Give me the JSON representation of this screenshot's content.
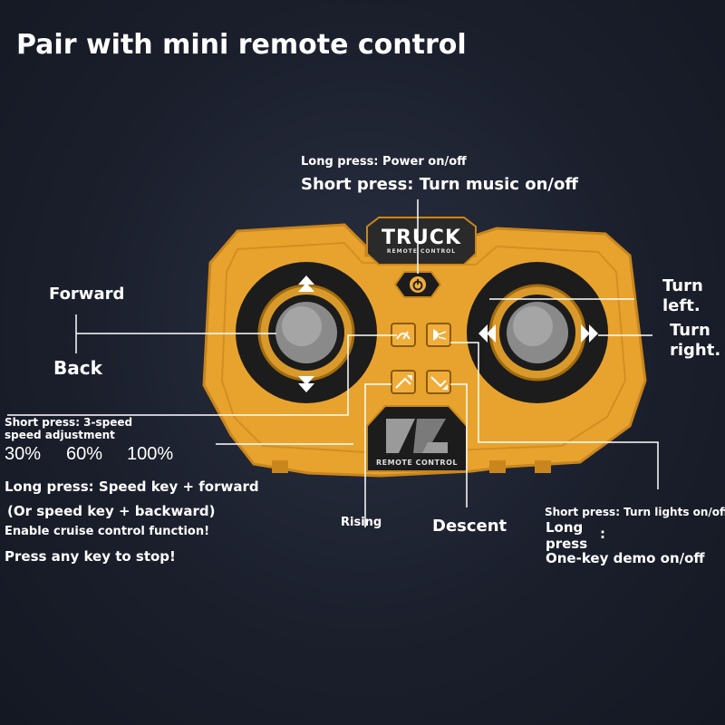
{
  "title": "Pair with mini remote control",
  "power": {
    "long_press": "Long press: Power on/off",
    "short_press": "Short press: Turn music on/off"
  },
  "left_stick": {
    "forward": "Forward",
    "back": "Back"
  },
  "right_stick": {
    "turn_left": "Turn left.",
    "turn_right": "Turn right."
  },
  "speed": {
    "short_press": "Short press: 3-speed speed adjustment",
    "levels": [
      "30%",
      "60%",
      "100%"
    ],
    "long_press": "Long press: Speed key + forward",
    "or_backward": "(Or speed key + backward)",
    "cruise": "Enable cruise control function!",
    "stop": "Press any key to stop!"
  },
  "lift": {
    "rising": "Rising",
    "descent": "Descent"
  },
  "lights": {
    "short_press": "Short press: Turn lights on/off",
    "long_press": "Long press",
    "colon": ":",
    "demo": "One-key demo on/off"
  },
  "remote": {
    "brand": "TRUCK",
    "brand_sub": "REMOTE CONTROL",
    "logo_text": "REMOTE CONTROL",
    "body_color": "#e8a32e",
    "body_dark": "#c9861d",
    "button_color": "#f0ad3a",
    "pad_color": "#1c1c1c",
    "stick_color": "#8a8a8a"
  },
  "icons": [
    "power-icon",
    "up-arrow-icon",
    "down-arrow-icon",
    "left-arrow-icon",
    "right-arrow-icon",
    "speed-icon",
    "light-icon",
    "rise-icon",
    "descend-icon",
    "logo-mark-icon"
  ]
}
